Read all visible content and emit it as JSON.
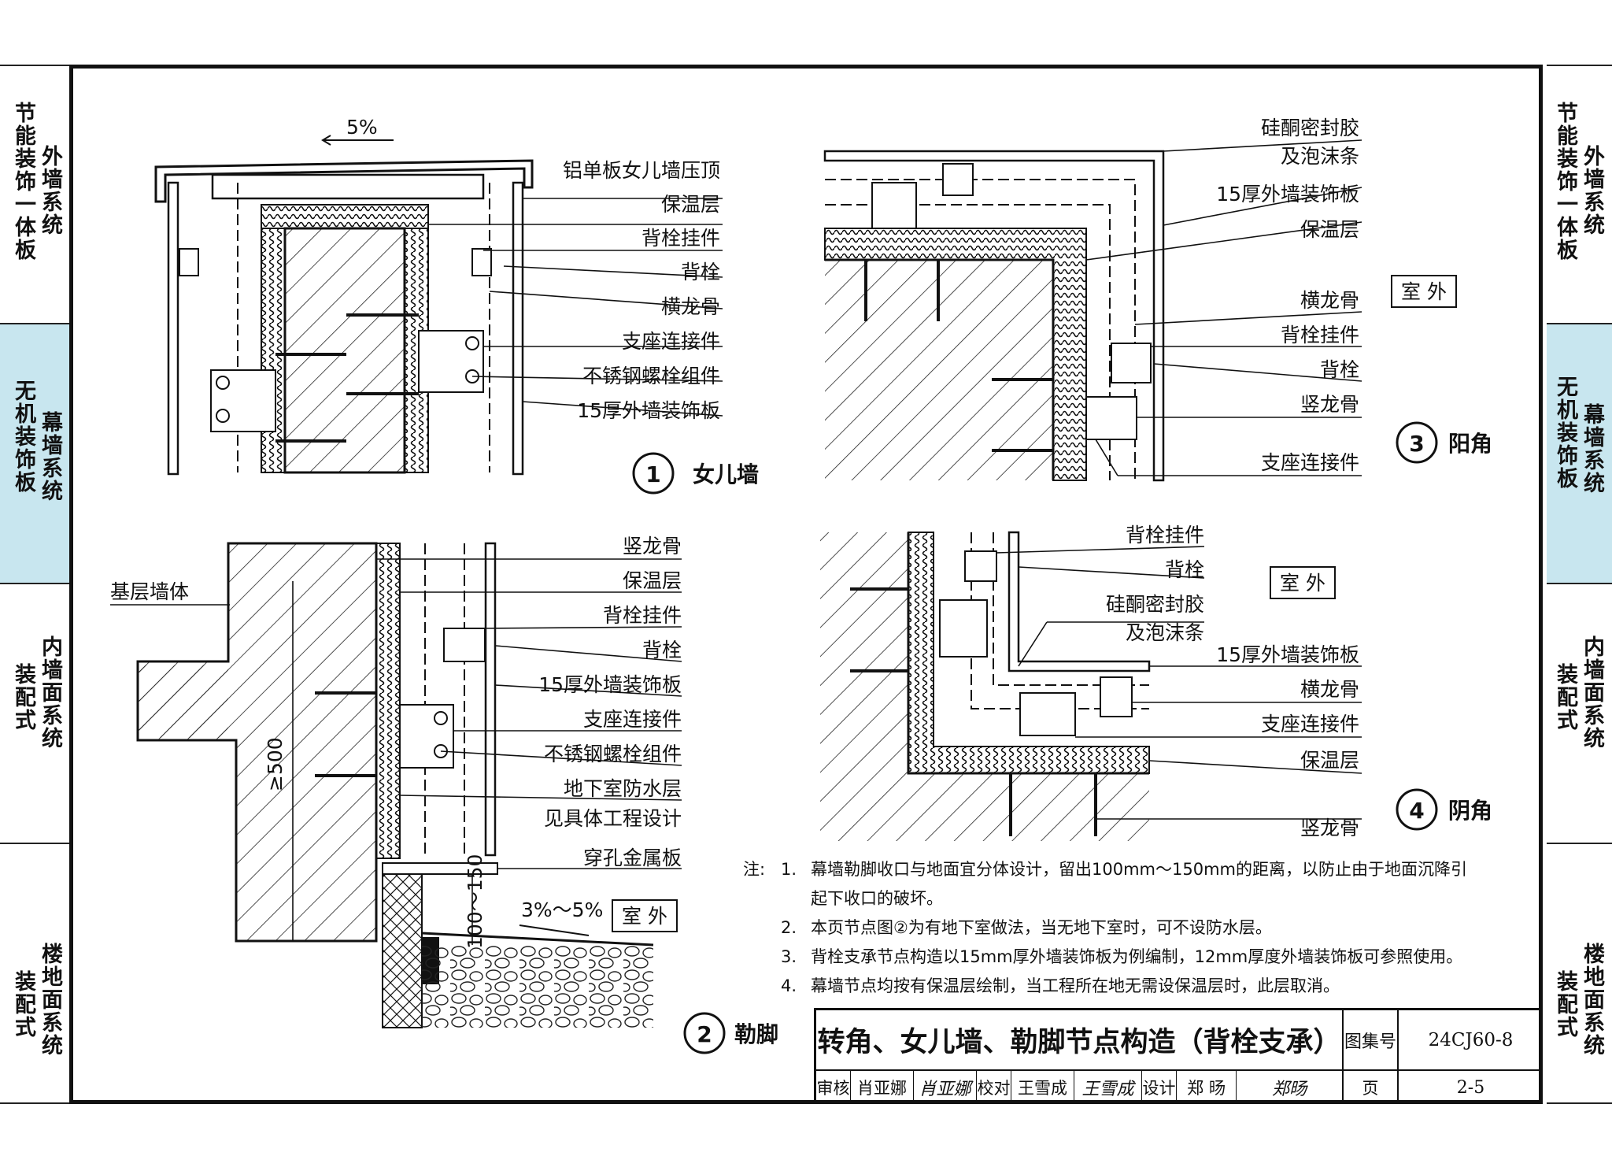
{
  "side_left": [
    {
      "a": "节能装饰一体板",
      "b": "外墙系统"
    },
    {
      "a": "无机装饰板",
      "b": "幕墙系统"
    },
    {
      "a": "装配式",
      "b": "内墙面系统"
    },
    {
      "a": "装配式",
      "b": "楼地面系统"
    }
  ],
  "side_right": [
    {
      "a": "节能装饰一体板",
      "b": "外墙系统"
    },
    {
      "a": "无机装饰板",
      "b": "幕墙系统"
    },
    {
      "a": "装配式",
      "b": "内墙面系统"
    },
    {
      "a": "装配式",
      "b": "楼地面系统"
    }
  ],
  "detail1": {
    "num": "1",
    "title": "女儿墙",
    "slope": "5%",
    "labels": [
      "铝单板女儿墙压顶",
      "保温层",
      "背栓挂件",
      "背栓",
      "横龙骨",
      "支座连接件",
      "不锈钢螺栓组件",
      "15厚外墙装饰板"
    ]
  },
  "detail2": {
    "num": "2",
    "title": "勒脚",
    "base_wall": "基层墙体",
    "dim_500": "≥500",
    "dim_150": "100～150",
    "slope": "3%～5%",
    "outdoor": "室 外",
    "labels": [
      "竖龙骨",
      "保温层",
      "背栓挂件",
      "背栓",
      "15厚外墙装饰板",
      "支座连接件",
      "不锈钢螺栓组件",
      "地下室防水层",
      "见具体工程设计",
      "穿孔金属板"
    ]
  },
  "detail3": {
    "num": "3",
    "title": "阳角",
    "outdoor": "室 外",
    "labels": [
      "硅酮密封胶",
      "及泡沫条",
      "15厚外墙装饰板",
      "保温层",
      "横龙骨",
      "背栓挂件",
      "背栓",
      "竖龙骨",
      "支座连接件"
    ]
  },
  "detail4": {
    "num": "4",
    "title": "阴角",
    "outdoor": "室 外",
    "labels": [
      "背栓挂件",
      "背栓",
      "硅酮密封胶",
      "及泡沫条",
      "15厚外墙装饰板",
      "横龙骨",
      "支座连接件",
      "保温层",
      "竖龙骨"
    ]
  },
  "notes": {
    "prefix": "注:",
    "items": [
      {
        "n": "1.",
        "t": "幕墙勒脚收口与地面宜分体设计，留出100mm～150mm的距离，以防止由于地面沉降引"
      },
      {
        "n": "",
        "t": "起下收口的破坏。"
      },
      {
        "n": "2.",
        "t": "本页节点图②为有地下室做法，当无地下室时，可不设防水层。"
      },
      {
        "n": "3.",
        "t": "背栓支承节点构造以15mm厚外墙装饰板为例编制，12mm厚度外墙装饰板可参照使用。"
      },
      {
        "n": "4.",
        "t": "幕墙节点均按有保温层绘制，当工程所在地无需设保温层时，此层取消。"
      }
    ]
  },
  "title_block": {
    "title": "转角、女儿墙、勒脚节点构造（背栓支承）",
    "atlas_label": "图集号",
    "atlas_no": "24CJ60-8",
    "review": "审核",
    "reviewer": "肖亚娜",
    "reviewer_sig": "肖亚娜",
    "check": "校对",
    "checker": "王雪成",
    "checker_sig": "王雪成",
    "design": "设计",
    "designer": "郑 旸",
    "designer_sig": "郑旸",
    "page_label": "页",
    "page_no": "2-5"
  }
}
